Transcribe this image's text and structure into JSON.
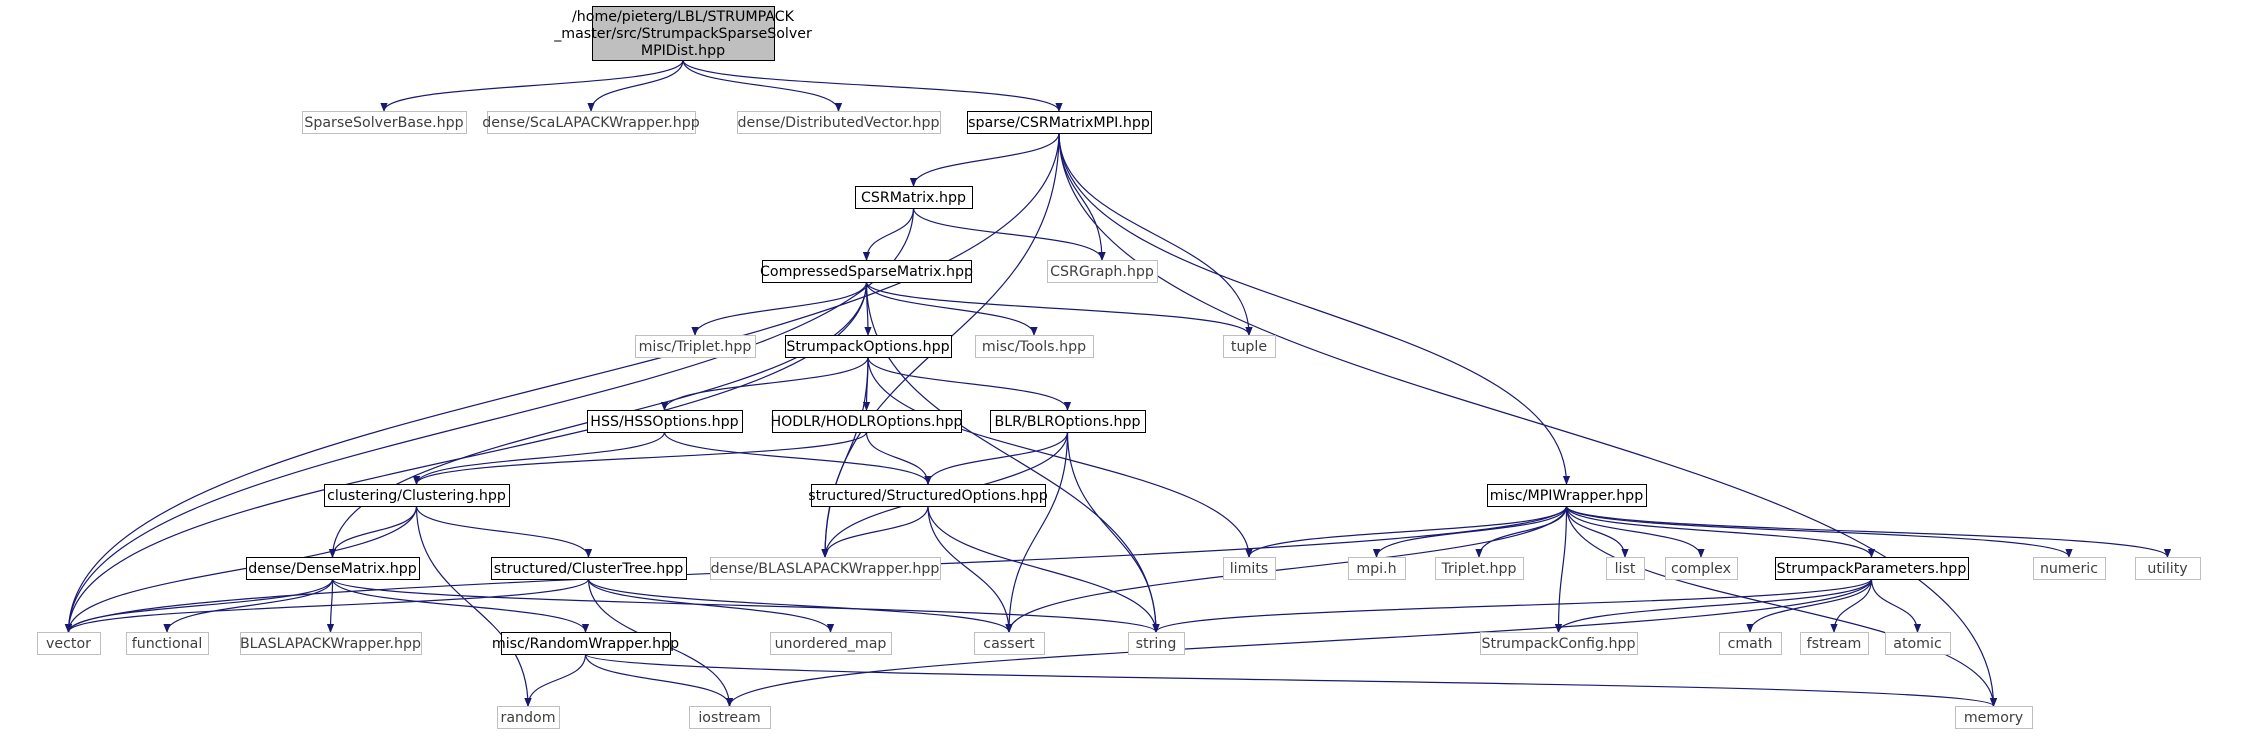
{
  "colors": {
    "edge": "#191970",
    "root_fill": "#bfbfbf",
    "linked_border": "#000000",
    "external_border": "#bfbfbf"
  },
  "nodes": [
    {
      "id": "root",
      "kind": "root",
      "lines": [
        "/home/pieterg/LBL/STRUMPACK",
        "_master/src/StrumpackSparseSolver",
        "MPIDist.hpp"
      ]
    },
    {
      "id": "ssb",
      "kind": "ext",
      "lines": [
        "SparseSolverBase.hpp"
      ]
    },
    {
      "id": "scalapack",
      "kind": "ext",
      "lines": [
        "dense/ScaLAPACKWrapper.hpp"
      ]
    },
    {
      "id": "distvec",
      "kind": "ext",
      "lines": [
        "dense/DistributedVector.hpp"
      ]
    },
    {
      "id": "csrmpi",
      "kind": "linked",
      "lines": [
        "sparse/CSRMatrixMPI.hpp"
      ]
    },
    {
      "id": "csrmatrix",
      "kind": "linked",
      "lines": [
        "CSRMatrix.hpp"
      ]
    },
    {
      "id": "csrgraph",
      "kind": "ext",
      "lines": [
        "CSRGraph.hpp"
      ]
    },
    {
      "id": "csm",
      "kind": "linked",
      "lines": [
        "CompressedSparseMatrix.hpp"
      ]
    },
    {
      "id": "triplet",
      "kind": "ext",
      "lines": [
        "misc/Triplet.hpp"
      ]
    },
    {
      "id": "opts",
      "kind": "linked",
      "lines": [
        "StrumpackOptions.hpp"
      ]
    },
    {
      "id": "tools",
      "kind": "ext",
      "lines": [
        "misc/Tools.hpp"
      ]
    },
    {
      "id": "tuple",
      "kind": "ext",
      "lines": [
        "tuple"
      ]
    },
    {
      "id": "hss",
      "kind": "linked",
      "lines": [
        "HSS/HSSOptions.hpp"
      ]
    },
    {
      "id": "hodlr",
      "kind": "linked",
      "lines": [
        "HODLR/HODLROptions.hpp"
      ]
    },
    {
      "id": "blr",
      "kind": "linked",
      "lines": [
        "BLR/BLROptions.hpp"
      ]
    },
    {
      "id": "clustering",
      "kind": "linked",
      "lines": [
        "clustering/Clustering.hpp"
      ]
    },
    {
      "id": "structopts",
      "kind": "linked",
      "lines": [
        "structured/StructuredOptions.hpp"
      ]
    },
    {
      "id": "mpiwrap",
      "kind": "linked",
      "lines": [
        "misc/MPIWrapper.hpp"
      ]
    },
    {
      "id": "densematrix",
      "kind": "linked",
      "lines": [
        "dense/DenseMatrix.hpp"
      ]
    },
    {
      "id": "clustertree",
      "kind": "linked",
      "lines": [
        "structured/ClusterTree.hpp"
      ]
    },
    {
      "id": "blaslapack",
      "kind": "ext",
      "lines": [
        "dense/BLASLAPACKWrapper.hpp"
      ]
    },
    {
      "id": "limits",
      "kind": "ext",
      "lines": [
        "limits"
      ]
    },
    {
      "id": "mpih",
      "kind": "ext",
      "lines": [
        "mpi.h"
      ]
    },
    {
      "id": "triplethpp",
      "kind": "ext",
      "lines": [
        "Triplet.hpp"
      ]
    },
    {
      "id": "list",
      "kind": "ext",
      "lines": [
        "list"
      ]
    },
    {
      "id": "complex",
      "kind": "ext",
      "lines": [
        "complex"
      ]
    },
    {
      "id": "params",
      "kind": "linked",
      "lines": [
        "StrumpackParameters.hpp"
      ]
    },
    {
      "id": "numeric",
      "kind": "ext",
      "lines": [
        "numeric"
      ]
    },
    {
      "id": "utility",
      "kind": "ext",
      "lines": [
        "utility"
      ]
    },
    {
      "id": "vector",
      "kind": "ext",
      "lines": [
        "vector"
      ]
    },
    {
      "id": "functional",
      "kind": "ext",
      "lines": [
        "functional"
      ]
    },
    {
      "id": "blaslapack2",
      "kind": "ext",
      "lines": [
        "BLASLAPACKWrapper.hpp"
      ]
    },
    {
      "id": "randwrap",
      "kind": "linked",
      "lines": [
        "misc/RandomWrapper.hpp"
      ]
    },
    {
      "id": "unordered",
      "kind": "ext",
      "lines": [
        "unordered_map"
      ]
    },
    {
      "id": "cassert",
      "kind": "ext",
      "lines": [
        "cassert"
      ]
    },
    {
      "id": "string",
      "kind": "ext",
      "lines": [
        "string"
      ]
    },
    {
      "id": "config",
      "kind": "ext",
      "lines": [
        "StrumpackConfig.hpp"
      ]
    },
    {
      "id": "cmath",
      "kind": "ext",
      "lines": [
        "cmath"
      ]
    },
    {
      "id": "fstream",
      "kind": "ext",
      "lines": [
        "fstream"
      ]
    },
    {
      "id": "atomic",
      "kind": "ext",
      "lines": [
        "atomic"
      ]
    },
    {
      "id": "random",
      "kind": "ext",
      "lines": [
        "random"
      ]
    },
    {
      "id": "iostream",
      "kind": "ext",
      "lines": [
        "iostream"
      ]
    },
    {
      "id": "memory",
      "kind": "ext",
      "lines": [
        "memory"
      ]
    }
  ],
  "edges": [
    [
      "root",
      "ssb"
    ],
    [
      "root",
      "scalapack"
    ],
    [
      "root",
      "distvec"
    ],
    [
      "root",
      "csrmpi"
    ],
    [
      "csrmpi",
      "csrmatrix"
    ],
    [
      "csrmpi",
      "csrgraph"
    ],
    [
      "csrmpi",
      "tuple"
    ],
    [
      "csrmpi",
      "mpiwrap"
    ],
    [
      "csrmpi",
      "vector"
    ],
    [
      "csrmpi",
      "blaslapack"
    ],
    [
      "csrmpi",
      "memory"
    ],
    [
      "csrmatrix",
      "csm"
    ],
    [
      "csrmatrix",
      "csrgraph"
    ],
    [
      "csrmatrix",
      "vector"
    ],
    [
      "csm",
      "triplet"
    ],
    [
      "csm",
      "opts"
    ],
    [
      "csm",
      "tools"
    ],
    [
      "csm",
      "tuple"
    ],
    [
      "csm",
      "densematrix"
    ],
    [
      "csm",
      "vector"
    ],
    [
      "csm",
      "string"
    ],
    [
      "opts",
      "hss"
    ],
    [
      "opts",
      "hodlr"
    ],
    [
      "opts",
      "blr"
    ],
    [
      "opts",
      "limits"
    ],
    [
      "opts",
      "blaslapack"
    ],
    [
      "hss",
      "clustering"
    ],
    [
      "hss",
      "structopts"
    ],
    [
      "hodlr",
      "clustering"
    ],
    [
      "hodlr",
      "structopts"
    ],
    [
      "blr",
      "structopts"
    ],
    [
      "blr",
      "blaslapack"
    ],
    [
      "blr",
      "cassert"
    ],
    [
      "blr",
      "string"
    ],
    [
      "clustering",
      "densematrix"
    ],
    [
      "clustering",
      "clustertree"
    ],
    [
      "clustering",
      "vector"
    ],
    [
      "clustering",
      "random"
    ],
    [
      "structopts",
      "blaslapack"
    ],
    [
      "structopts",
      "cassert"
    ],
    [
      "structopts",
      "string"
    ],
    [
      "densematrix",
      "vector"
    ],
    [
      "densematrix",
      "functional"
    ],
    [
      "densematrix",
      "blaslapack2"
    ],
    [
      "densematrix",
      "randwrap"
    ],
    [
      "densematrix",
      "string"
    ],
    [
      "clustertree",
      "vector"
    ],
    [
      "clustertree",
      "unordered"
    ],
    [
      "clustertree",
      "cassert"
    ],
    [
      "clustertree",
      "iostream"
    ],
    [
      "randwrap",
      "random"
    ],
    [
      "randwrap",
      "iostream"
    ],
    [
      "randwrap",
      "memory"
    ],
    [
      "mpiwrap",
      "vector"
    ],
    [
      "mpiwrap",
      "limits"
    ],
    [
      "mpiwrap",
      "mpih"
    ],
    [
      "mpiwrap",
      "triplethpp"
    ],
    [
      "mpiwrap",
      "list"
    ],
    [
      "mpiwrap",
      "complex"
    ],
    [
      "mpiwrap",
      "params"
    ],
    [
      "mpiwrap",
      "numeric"
    ],
    [
      "mpiwrap",
      "utility"
    ],
    [
      "mpiwrap",
      "cassert"
    ],
    [
      "mpiwrap",
      "config"
    ],
    [
      "mpiwrap",
      "memory"
    ],
    [
      "params",
      "string"
    ],
    [
      "params",
      "config"
    ],
    [
      "params",
      "cmath"
    ],
    [
      "params",
      "fstream"
    ],
    [
      "params",
      "atomic"
    ],
    [
      "params",
      "iostream"
    ]
  ]
}
